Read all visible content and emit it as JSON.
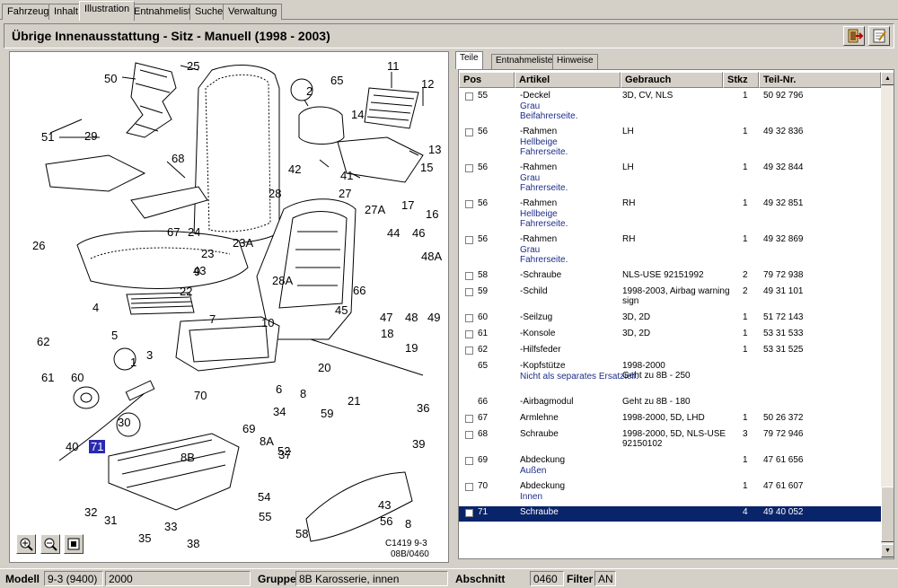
{
  "top_tabs": [
    "Fahrzeug",
    "Inhalt",
    "Illustration",
    "Entnahmeliste",
    "Suche",
    "Verwaltung"
  ],
  "header": {
    "title": "Übrige Innenausstattung - Sitz - Manuell   (1998 - 2003)"
  },
  "illustration": {
    "code_line1": "C1419 9-3",
    "code_line2": "08B/0460",
    "highlight_label": "71",
    "labels": [
      "50",
      "25",
      "2",
      "65",
      "11",
      "12",
      "29",
      "51",
      "14",
      "13",
      "68",
      "42",
      "41",
      "15",
      "28",
      "27",
      "17",
      "27A",
      "16",
      "26",
      "67",
      "24",
      "23",
      "23A",
      "43",
      "44",
      "46",
      "9",
      "48A",
      "22",
      "28A",
      "66",
      "4",
      "10",
      "45",
      "47",
      "48",
      "49",
      "7",
      "62",
      "5",
      "3",
      "18",
      "19",
      "1",
      "60",
      "61",
      "70",
      "6",
      "20",
      "21",
      "8",
      "36",
      "34",
      "59",
      "30",
      "69",
      "8A",
      "52",
      "39",
      "40",
      "71",
      "8B",
      "37",
      "32",
      "54",
      "43",
      "31",
      "33",
      "55",
      "56",
      "58",
      "35",
      "38",
      "8"
    ]
  },
  "parts_tabs": [
    "Teile",
    "Entnahmeliste",
    "Hinweise"
  ],
  "columns": [
    "Pos",
    "Artikel",
    "Gebrauch",
    "Stkz",
    "Teil-Nr."
  ],
  "rows": [
    {
      "pos": "55",
      "artikel": "-Deckel",
      "gebrauch": "3D, CV, NLS",
      "stkz": "1",
      "teilnr": "50 92 796",
      "sub": [
        "Grau",
        "Beifahrerseite."
      ],
      "cb": true
    },
    {
      "pos": "56",
      "artikel": "-Rahmen",
      "gebrauch": "LH",
      "stkz": "1",
      "teilnr": "49 32 836",
      "sub": [
        "Hellbeige",
        "Fahrerseite."
      ],
      "cb": true
    },
    {
      "pos": "56",
      "artikel": "-Rahmen",
      "gebrauch": "LH",
      "stkz": "1",
      "teilnr": "49 32 844",
      "sub": [
        "Grau",
        "Fahrerseite."
      ],
      "cb": true
    },
    {
      "pos": "56",
      "artikel": "-Rahmen",
      "gebrauch": "RH",
      "stkz": "1",
      "teilnr": "49 32 851",
      "sub": [
        "Hellbeige",
        "Fahrerseite."
      ],
      "cb": true
    },
    {
      "pos": "56",
      "artikel": "-Rahmen",
      "gebrauch": "RH",
      "stkz": "1",
      "teilnr": "49 32 869",
      "sub": [
        "Grau",
        "Fahrerseite."
      ],
      "cb": true
    },
    {
      "pos": "58",
      "artikel": "-Schraube",
      "gebrauch": "NLS-USE 92151992",
      "stkz": "2",
      "teilnr": "79 72 938",
      "sub": [],
      "cb": true
    },
    {
      "pos": "59",
      "artikel": "-Schild",
      "gebrauch": "1998-2003,  Airbag warning",
      "gebrauch2": "sign",
      "stkz": "2",
      "teilnr": "49 31 101",
      "sub": [],
      "cb": true
    },
    {
      "pos": "60",
      "artikel": "-Seilzug",
      "gebrauch": "3D, 2D",
      "stkz": "1",
      "teilnr": "51 72 143",
      "sub": [],
      "cb": true
    },
    {
      "pos": "61",
      "artikel": "-Konsole",
      "gebrauch": "3D, 2D",
      "stkz": "1",
      "teilnr": "53 31 533",
      "sub": [],
      "cb": true
    },
    {
      "pos": "62",
      "artikel": "-Hilfsfeder",
      "gebrauch": "",
      "stkz": "1",
      "teilnr": "53 31 525",
      "sub": [],
      "cb": true
    },
    {
      "pos": "65",
      "artikel": "-Kopfstütze",
      "gebrauch": "1998-2000",
      "gebrauch2": "Geht zu 8B - 250",
      "stkz": "",
      "teilnr": "",
      "sub": [
        "Nicht als separates Ersatzteil."
      ],
      "cb": false
    },
    {
      "pos": "66",
      "artikel": "-Airbagmodul",
      "gebrauch": "Geht zu 8B - 180",
      "stkz": "",
      "teilnr": "",
      "sub": [],
      "cb": false
    },
    {
      "pos": "67",
      "artikel": "Armlehne",
      "gebrauch": "1998-2000, 5D, LHD",
      "stkz": "1",
      "teilnr": "50 26 372",
      "sub": [],
      "cb": true
    },
    {
      "pos": "68",
      "artikel": "Schraube",
      "gebrauch": "1998-2000, 5D, NLS-USE",
      "gebrauch2": "92150102",
      "stkz": "3",
      "teilnr": "79 72 946",
      "sub": [],
      "cb": true
    },
    {
      "pos": "69",
      "artikel": "Abdeckung",
      "gebrauch": "",
      "stkz": "1",
      "teilnr": "47 61 656",
      "sub": [
        "Außen"
      ],
      "cb": true
    },
    {
      "pos": "70",
      "artikel": "Abdeckung",
      "gebrauch": "",
      "stkz": "1",
      "teilnr": "47 61 607",
      "sub": [
        "Innen"
      ],
      "cb": true
    },
    {
      "pos": "71",
      "artikel": "Schraube",
      "gebrauch": "",
      "stkz": "4",
      "teilnr": "49 40 052",
      "sub": [],
      "cb": true,
      "selected": true
    }
  ],
  "status": {
    "modell_label": "Modell",
    "modell_value": "9-3 (9400)",
    "year_value": "2000",
    "gruppe_label": "Gruppe",
    "gruppe_value": "8B Karosserie, innen",
    "abschnitt_label": "Abschnitt",
    "abschnitt_value": "0460",
    "filter_label": "Filter",
    "filter_value": "AN"
  }
}
